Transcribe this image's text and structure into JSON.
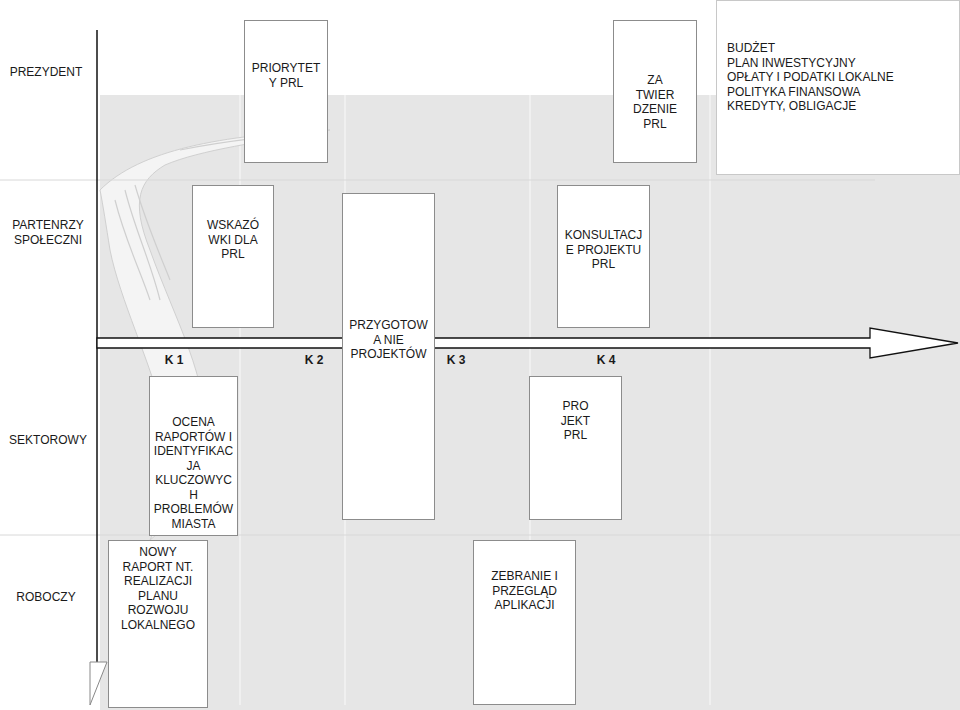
{
  "diagram": {
    "nodes": [
      {
        "text": [
          "PRIORYTETY PRL"
        ]
      },
      {
        "text": [
          "ZA TWIER DZENIE PRL"
        ]
      },
      {
        "text": [
          "BUDŻET",
          "PLAN INWESTYCYJNY",
          "OPŁATY I PODATKI LOKALNE",
          "POLITYKA FINANSOWA",
          "KREDYTY, OBLIGACJE"
        ]
      },
      {
        "text": [
          "WSKAZÓ WKI DLA PRL"
        ]
      },
      {
        "text": [
          "PRZYGOTOWA NIE PROJEKTÓW"
        ]
      },
      {
        "text": [
          "KONSULTACJE PROJEKTU PRL"
        ]
      },
      {
        "text": [
          "OCENA RAPORTÓW I IDENTYFIKACJA KLUCZOWYCH PROBLEMÓW MIASTA"
        ]
      },
      {
        "text": [
          "PRO JEKT PRL"
        ]
      },
      {
        "text": [
          "NOWY RAPORT NT. REALIZACJI PLANU ROZWOJU LOKALNEGO"
        ]
      },
      {
        "text": [
          "ZEBRANIE I PRZEGLĄD APLIKACJI"
        ]
      }
    ],
    "labels": [
      "PREZYDENT",
      "PARTENRZY SPOŁECZNI",
      "SEKTOROWY",
      "ROBOCZY",
      "K 1",
      "K 2",
      "K 3",
      "K 4"
    ]
  }
}
